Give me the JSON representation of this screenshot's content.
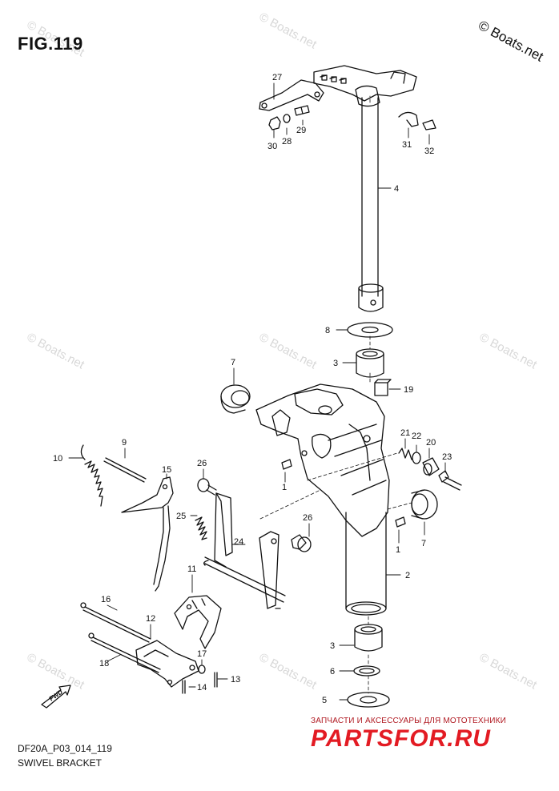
{
  "header": {
    "figure_title": "FIG.119",
    "copyright": "© Boats.net"
  },
  "watermark": {
    "text": "© Boats.net"
  },
  "footer": {
    "model_code": "DF20A_P03_014_119",
    "caption": "SWIVEL BRACKET"
  },
  "banner": {
    "subtitle": "ЗАПЧАСТИ И АКСЕССУАРЫ ДЛЯ МОТОТЕХНИКИ",
    "logo": "PARTSFOR.RU",
    "color": "#e31b23"
  },
  "fwd_marker": {
    "label": "FWD",
    "icon": "forward-arrow-icon"
  },
  "callouts": {
    "c1a": "1",
    "c1b": "1",
    "c2": "2",
    "c3a": "3",
    "c3b": "3",
    "c4": "4",
    "c5": "5",
    "c6": "6",
    "c7a": "7",
    "c7b": "7",
    "c8": "8",
    "c9": "9",
    "c10": "10",
    "c11": "11",
    "c12": "12",
    "c13": "13",
    "c14": "14",
    "c15": "15",
    "c16": "16",
    "c17": "17",
    "c18": "18",
    "c19": "19",
    "c20": "20",
    "c21": "21",
    "c22": "22",
    "c23": "23",
    "c24": "24",
    "c25": "25",
    "c26a": "26",
    "c26b": "26",
    "c27": "27",
    "c28": "28",
    "c29": "29",
    "c30": "30",
    "c31": "31",
    "c32": "32"
  }
}
